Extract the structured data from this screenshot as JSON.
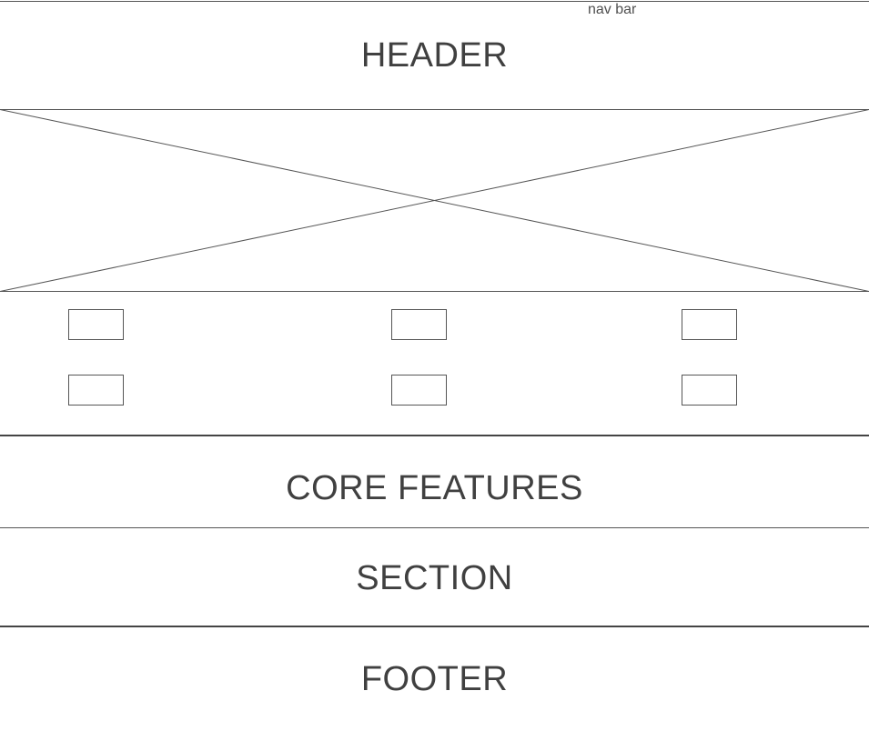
{
  "nav": {
    "label": "nav bar"
  },
  "header": {
    "title": "HEADER"
  },
  "hero": {
    "kind": "image-placeholder"
  },
  "grid": {
    "rows": 2,
    "cols": 3
  },
  "core_features": {
    "title": "CORE FEATURES"
  },
  "section": {
    "title": "SECTION"
  },
  "footer": {
    "title": "FOOTER"
  },
  "colors": {
    "line": "#555555",
    "text": "#404040",
    "background": "#ffffff"
  }
}
